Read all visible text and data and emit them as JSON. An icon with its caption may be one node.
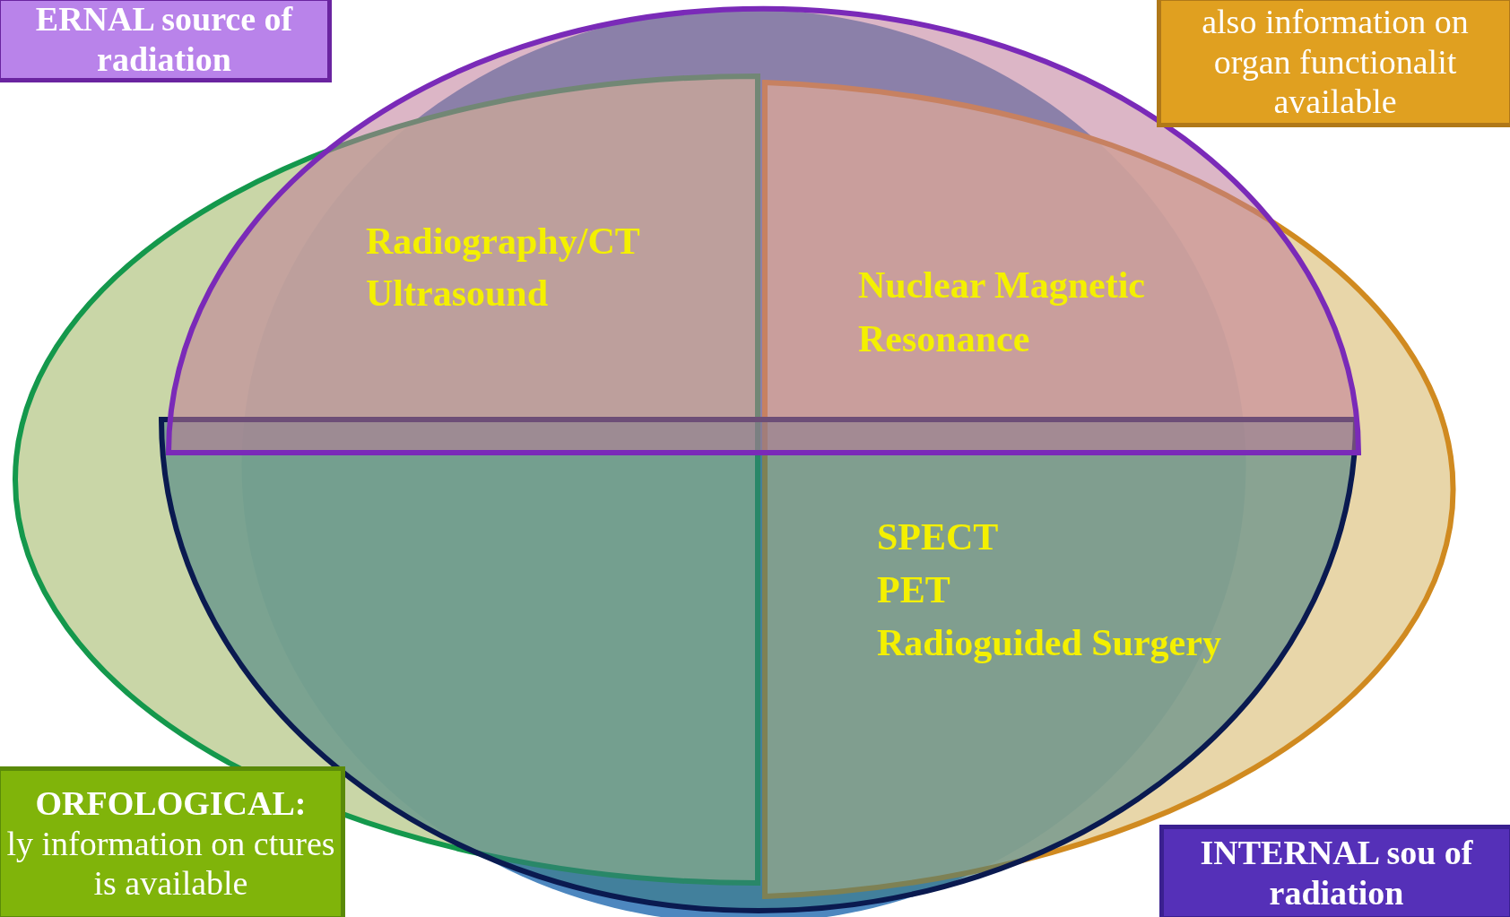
{
  "diagram": {
    "nodes": [
      {
        "text": [
          "ERNAL source of radiation"
        ]
      },
      {
        "text": [
          "also information on organ functionalit available"
        ]
      },
      {
        "text": [
          "ORFOLOGICAL:",
          "ly information on ctures is available"
        ]
      },
      {
        "text": [
          "INTERNAL sou of radiation"
        ]
      }
    ],
    "labels": [
      "Radiography/CT",
      "Ultrasound",
      "Nuclear Magnetic Resonance",
      "SPECT",
      "PET",
      "Radioguided Surgery"
    ]
  }
}
